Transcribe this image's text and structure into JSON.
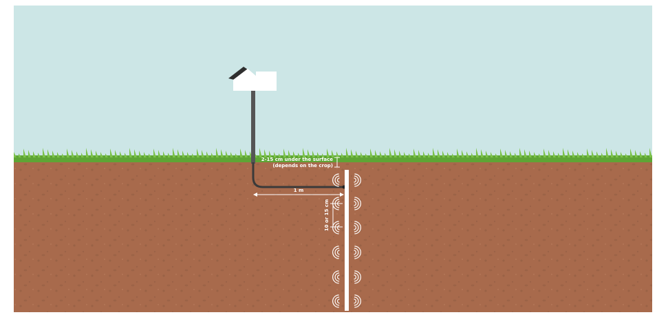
{
  "colors": {
    "sky": "#cce6e6",
    "soil": "#a86a4c",
    "soil_dark": "#8e5a41",
    "grass": "#7cc24a",
    "grass_dark": "#4f9a2e",
    "pipe": "#555555",
    "cable": "#3a3a3a",
    "probe": "#ffffff",
    "label": "#ffffff"
  },
  "labels": {
    "depth_line1": "2-15 cm under the surface",
    "depth_line2": "(depends on the crop)",
    "distance": "1 m",
    "spacing": "10 or 15 cm"
  },
  "icons": {
    "station": "weather-station-icon",
    "signal": "signal-waves-icon"
  }
}
